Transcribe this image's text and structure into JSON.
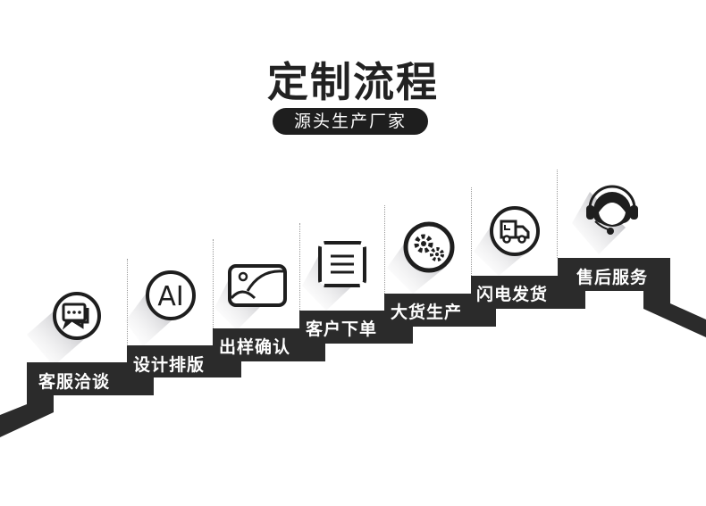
{
  "header": {
    "title": "定制流程",
    "subtitle": "源头生产厂家"
  },
  "steps": [
    {
      "label": "客服洽谈",
      "icon": "chat-bubbles-icon"
    },
    {
      "label": "设计排版",
      "icon": "ai-design-icon"
    },
    {
      "label": "出样确认",
      "icon": "image-sample-icon"
    },
    {
      "label": "客户下单",
      "icon": "order-list-icon"
    },
    {
      "label": "大货生产",
      "icon": "gears-icon"
    },
    {
      "label": "闪电发货",
      "icon": "delivery-truck-icon"
    },
    {
      "label": "售后服务",
      "icon": "headset-support-icon"
    }
  ],
  "colors": {
    "stair": "#2b2b2b",
    "text_dark": "#222222",
    "text_light": "#ffffff"
  },
  "icon_text": {
    "ai": "AI"
  }
}
